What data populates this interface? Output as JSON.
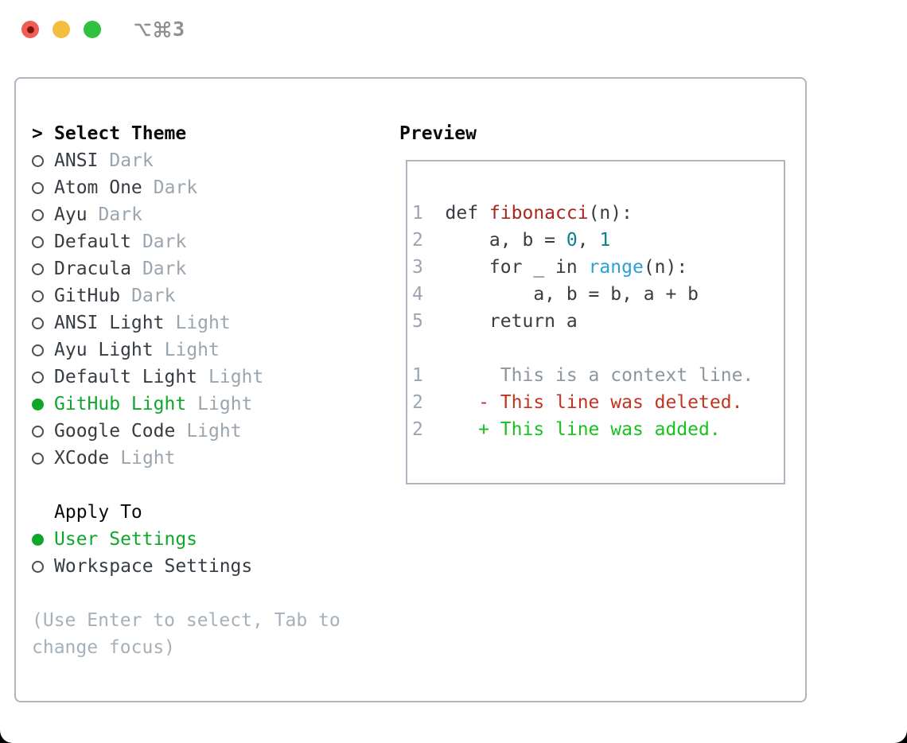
{
  "titlebar": {
    "shortcut_label": "⌥⌘3",
    "shortcut_digit": "3"
  },
  "theme_panel": {
    "title": "Select Theme",
    "title_marker": ">",
    "themes": [
      {
        "name": "ANSI",
        "variant": "Dark",
        "selected": false
      },
      {
        "name": "Atom One",
        "variant": "Dark",
        "selected": false
      },
      {
        "name": "Ayu",
        "variant": "Dark",
        "selected": false
      },
      {
        "name": "Default",
        "variant": "Dark",
        "selected": false
      },
      {
        "name": "Dracula",
        "variant": "Dark",
        "selected": false
      },
      {
        "name": "GitHub",
        "variant": "Dark",
        "selected": false
      },
      {
        "name": "ANSI Light",
        "variant": "Light",
        "selected": false
      },
      {
        "name": "Ayu Light",
        "variant": "Light",
        "selected": false
      },
      {
        "name": "Default Light",
        "variant": "Light",
        "selected": false
      },
      {
        "name": "GitHub Light",
        "variant": "Light",
        "selected": true
      },
      {
        "name": "Google Code",
        "variant": "Light",
        "selected": false
      },
      {
        "name": "XCode",
        "variant": "Light",
        "selected": false
      }
    ],
    "apply_to": {
      "label": "Apply To",
      "options": [
        {
          "name": "User Settings",
          "selected": true
        },
        {
          "name": "Workspace Settings",
          "selected": false
        }
      ]
    },
    "hint_line1": "(Use Enter to select, Tab to",
    "hint_line2": "change focus)"
  },
  "preview": {
    "title": "Preview",
    "code_lines": [
      {
        "num": "1",
        "tokens": [
          {
            "t": "def ",
            "c": "code"
          },
          {
            "t": "fibonacci",
            "c": "func"
          },
          {
            "t": "(n):",
            "c": "code"
          }
        ]
      },
      {
        "num": "2",
        "tokens": [
          {
            "t": "    a, b = ",
            "c": "code"
          },
          {
            "t": "0",
            "c": "num"
          },
          {
            "t": ", ",
            "c": "code"
          },
          {
            "t": "1",
            "c": "num"
          }
        ]
      },
      {
        "num": "3",
        "tokens": [
          {
            "t": "    for _ in ",
            "c": "code"
          },
          {
            "t": "range",
            "c": "builtin"
          },
          {
            "t": "(n):",
            "c": "code"
          }
        ]
      },
      {
        "num": "4",
        "tokens": [
          {
            "t": "        a, b = b, a + b",
            "c": "code"
          }
        ]
      },
      {
        "num": "5",
        "tokens": [
          {
            "t": "    return a",
            "c": "code"
          }
        ]
      },
      {
        "num": "",
        "tokens": []
      },
      {
        "num": "1",
        "tokens": [
          {
            "t": "     This is a context line.",
            "c": "context"
          }
        ]
      },
      {
        "num": "2",
        "tokens": [
          {
            "t": "   - This line was deleted.",
            "c": "deleted"
          }
        ]
      },
      {
        "num": "2",
        "tokens": [
          {
            "t": "   + This line was added.",
            "c": "added"
          }
        ]
      }
    ]
  },
  "colors": {
    "accent_green": "#0fa62c",
    "added_green": "#17c21d",
    "deleted_red": "#c23422",
    "function_red": "#a8271e",
    "number_teal": "#0f7f8b",
    "builtin_blue": "#2b9fd8",
    "text_dark": "#363c42",
    "text_black": "#0a0a0a",
    "muted_gray": "#9aa5b0",
    "hint_gray": "#a6b0ba",
    "line_number_gray": "#9aa5b1",
    "context_gray": "#8d969e",
    "border_gray": "#aeb6c0",
    "circle_gray": "#4a4f55",
    "traffic_red": "#ee5e54",
    "traffic_red_dot": "#7d150d",
    "traffic_yellow": "#f5bd3f",
    "traffic_green": "#31c13e",
    "shortcut_gray": "#8e9094"
  }
}
